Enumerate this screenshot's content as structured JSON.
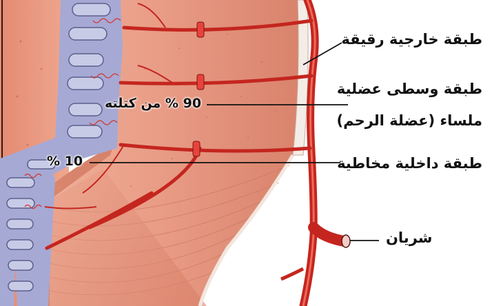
{
  "labels": {
    "outer_layer": "طبقة خارجية رقيقة",
    "middle_layer_line1": "طبقة وسطى عضلية",
    "middle_layer_line2": "ملساء (عضلة الرحم)",
    "inner_layer": "طبقة داخلية مخاطية",
    "artery": "شريان",
    "middle_percent": "90 % من كتلته",
    "inner_percent": "10 %"
  },
  "colors": {
    "muscle": "#e79a83",
    "muscle_dark": "#c97058",
    "mucosa_purple": "#a6a9d4",
    "gland_outline": "#5a5f8c",
    "vessel_red": "#d7332c",
    "outer_white": "#f4ece6",
    "leader_line": "#111111"
  }
}
